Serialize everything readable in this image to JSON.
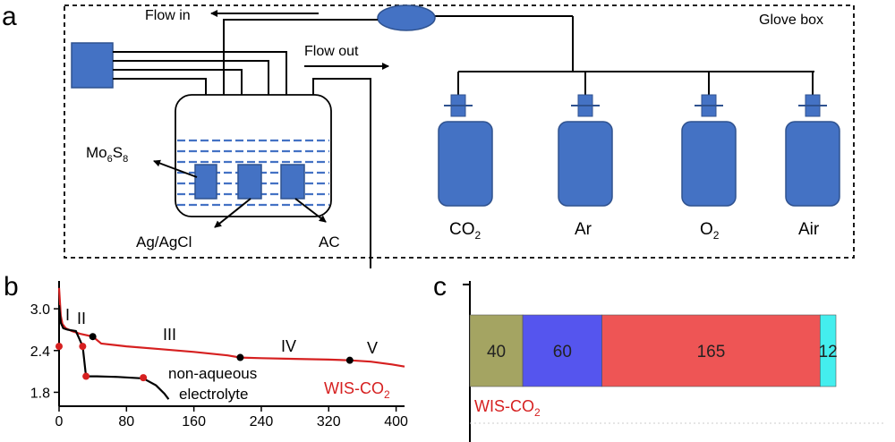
{
  "panel_a": {
    "letter": "a",
    "flow_in": "Flow in",
    "flow_out": "Flow out",
    "glove_box": "Glove box",
    "electrode_mo": "Mo",
    "electrode_mo_sub1": "6",
    "electrode_mo_s": "S",
    "electrode_mo_sub2": "8",
    "electrode_ref": "Ag/AgCl",
    "electrode_ac": "AC",
    "gases": [
      {
        "main": "CO",
        "sub": "2"
      },
      {
        "main": "Ar",
        "sub": ""
      },
      {
        "main": "O",
        "sub": "2"
      },
      {
        "main": "Air",
        "sub": ""
      }
    ],
    "colors": {
      "device": "#4472c4",
      "device_stroke": "#2f528f",
      "electrolyte_dash": "#4472c4"
    }
  },
  "panel_b": {
    "letter": "b",
    "region_labels": [
      "I",
      "II",
      "III",
      "IV",
      "V"
    ],
    "curve_nonaq_label_1": "non-aqueous",
    "curve_nonaq_label_2": "electrolyte",
    "curve_wis_label": "WIS-CO",
    "curve_wis_sub": "2"
  },
  "panel_c": {
    "letter": "c",
    "label": "WIS-CO",
    "label_sub": "2"
  },
  "chart_data": [
    {
      "type": "line",
      "title": "",
      "xlabel": "",
      "ylabel": "",
      "xlim": [
        0,
        410
      ],
      "ylim": [
        1.6,
        3.4
      ],
      "x_ticks": [
        "0",
        "80",
        "160",
        "240",
        "320",
        "400"
      ],
      "y_ticks": [
        "1.8",
        "2.4",
        "3.0"
      ],
      "series": [
        {
          "name": "WIS-CO2",
          "color": "#d62020",
          "x": [
            0,
            2,
            4,
            8,
            15,
            25,
            40,
            50,
            80,
            120,
            160,
            200,
            215,
            240,
            280,
            320,
            345,
            370,
            395,
            410
          ],
          "y": [
            3.3,
            2.9,
            2.78,
            2.72,
            2.68,
            2.64,
            2.6,
            2.5,
            2.46,
            2.42,
            2.38,
            2.33,
            2.3,
            2.29,
            2.28,
            2.27,
            2.26,
            2.24,
            2.2,
            2.17
          ],
          "markers": [
            {
              "x": 40,
              "y": 2.6,
              "color": "#000000"
            },
            {
              "x": 215,
              "y": 2.3,
              "color": "#000000"
            },
            {
              "x": 345,
              "y": 2.26,
              "color": "#000000"
            }
          ]
        },
        {
          "name": "non-aqueous electrolyte",
          "color": "#000000",
          "x": [
            0,
            2,
            5,
            10,
            20,
            28,
            32,
            45,
            70,
            100,
            115,
            125,
            130
          ],
          "y": [
            3.05,
            2.8,
            2.72,
            2.7,
            2.68,
            2.46,
            2.03,
            2.03,
            2.02,
            2.0,
            1.9,
            1.78,
            1.7
          ],
          "markers": [
            {
              "x": 0,
              "y": 2.46,
              "color": "#d62020"
            },
            {
              "x": 28,
              "y": 2.46,
              "color": "#d62020"
            },
            {
              "x": 32,
              "y": 2.03,
              "color": "#d62020"
            },
            {
              "x": 100,
              "y": 2.01,
              "color": "#d62020"
            }
          ]
        }
      ]
    },
    {
      "type": "bar",
      "orientation": "horizontal-stacked",
      "categories": [
        "WIS-CO2"
      ],
      "series": [
        {
          "values": [
            40
          ],
          "color": "#a4a462",
          "label": "40"
        },
        {
          "values": [
            60
          ],
          "color": "#5555ee",
          "label": "60"
        },
        {
          "values": [
            165
          ],
          "color": "#ee5555",
          "label": "165"
        },
        {
          "values": [
            12
          ],
          "color": "#44eeee",
          "label": "12"
        }
      ]
    }
  ]
}
